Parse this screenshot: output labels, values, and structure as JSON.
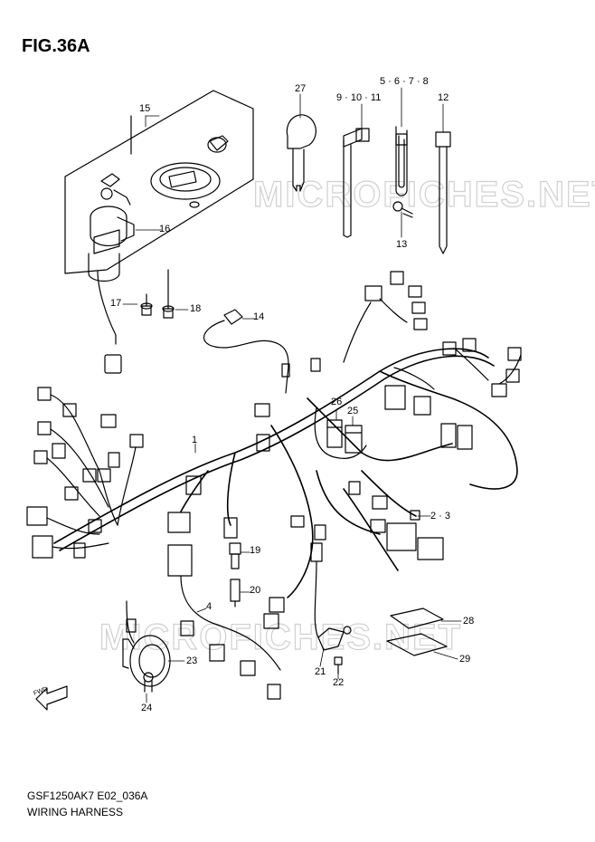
{
  "figure": {
    "title": "FIG.36A",
    "model_code": "GSF1250AK7 E02_036A",
    "section_name": "WIRING HARNESS",
    "watermark": "MICROFICHES.NET",
    "fwd_label": "FWD"
  },
  "callouts": {
    "c1": "1",
    "c2_3": "2 · 3",
    "c4": "4",
    "c5_8": "5 · 6 · 7 · 8",
    "c9_11": "9 · 10 · 11",
    "c12": "12",
    "c13": "13",
    "c14": "14",
    "c15": "15",
    "c16": "16",
    "c17": "17",
    "c18": "18",
    "c19": "19",
    "c20": "20",
    "c21": "21",
    "c22": "22",
    "c23": "23",
    "c24": "24",
    "c25": "25",
    "c26": "26",
    "c27": "27",
    "c28": "28",
    "c29": "29"
  }
}
